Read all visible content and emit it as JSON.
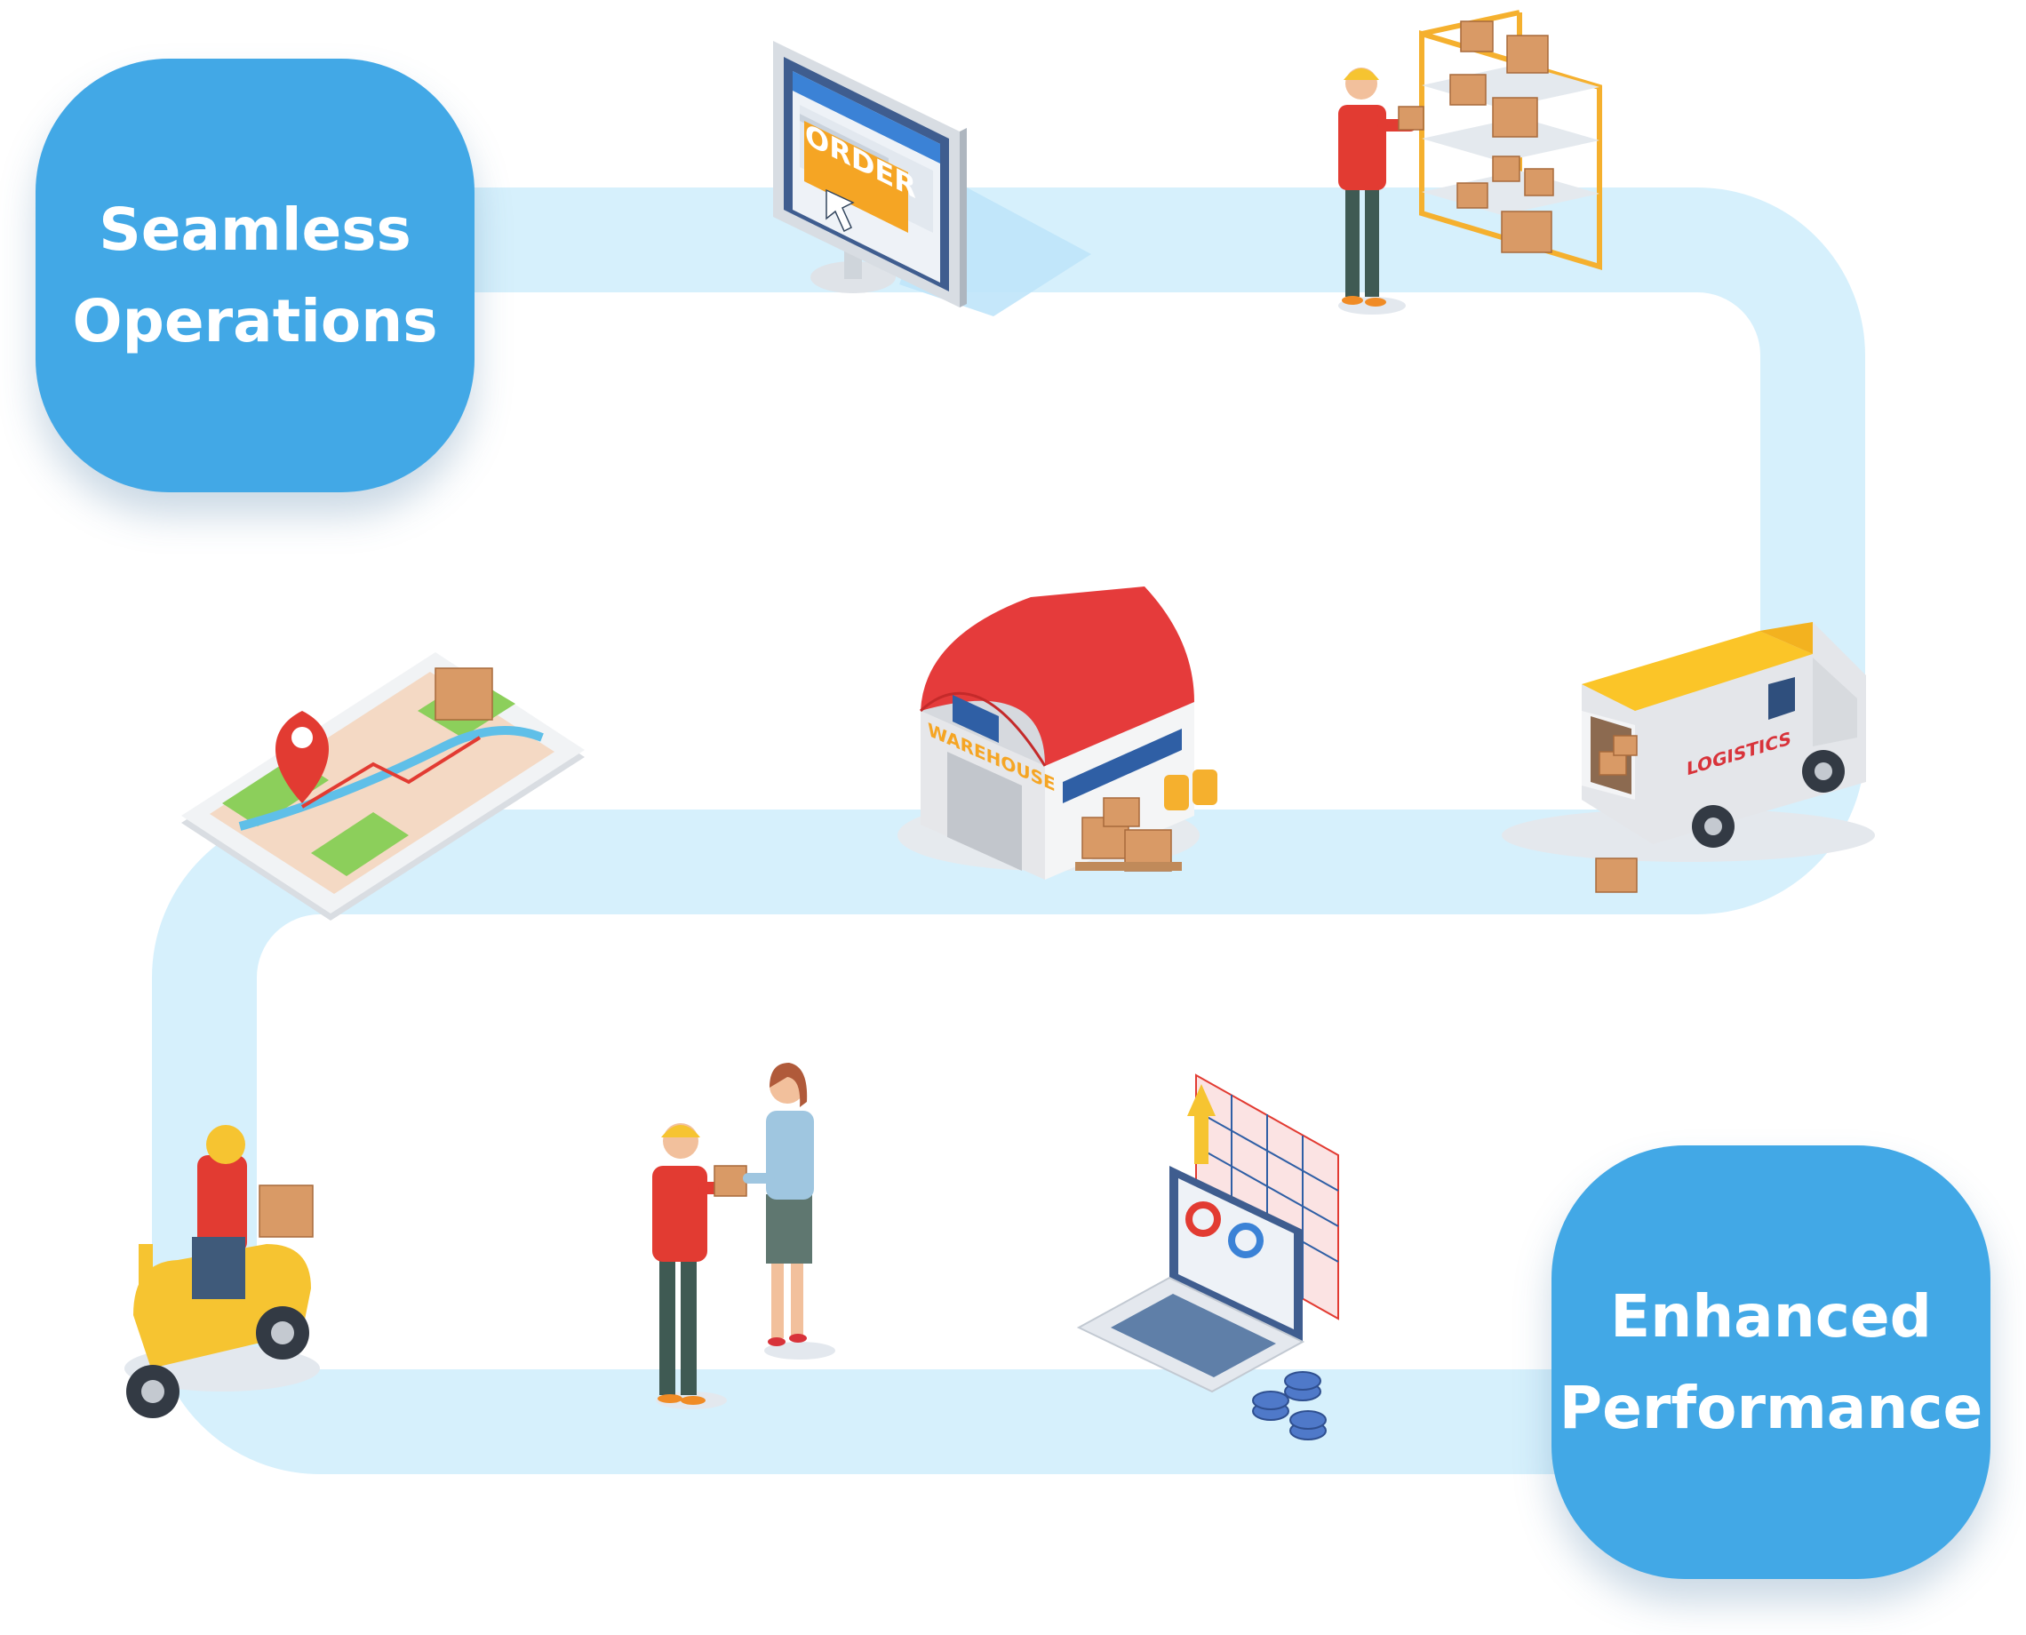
{
  "start_node": {
    "label": "Seamless\nOperations"
  },
  "end_node": {
    "label": "Enhanced\nPerformance"
  },
  "illustrations": {
    "monitor_button": "ORDER",
    "warehouse_sign": "WAREHOUSE",
    "truck_sign": "LOGISTICS"
  },
  "colors": {
    "node_fill": "#42a8e6",
    "path_fill": "#d6f0fc",
    "node_text": "#ffffff"
  },
  "icons": [
    "computer-order-icon",
    "warehouse-worker-shelf-icon",
    "delivery-truck-icon",
    "warehouse-building-icon",
    "phone-map-tracking-icon",
    "scooter-courier-icon",
    "package-handover-icon",
    "laptop-analytics-icon"
  ]
}
